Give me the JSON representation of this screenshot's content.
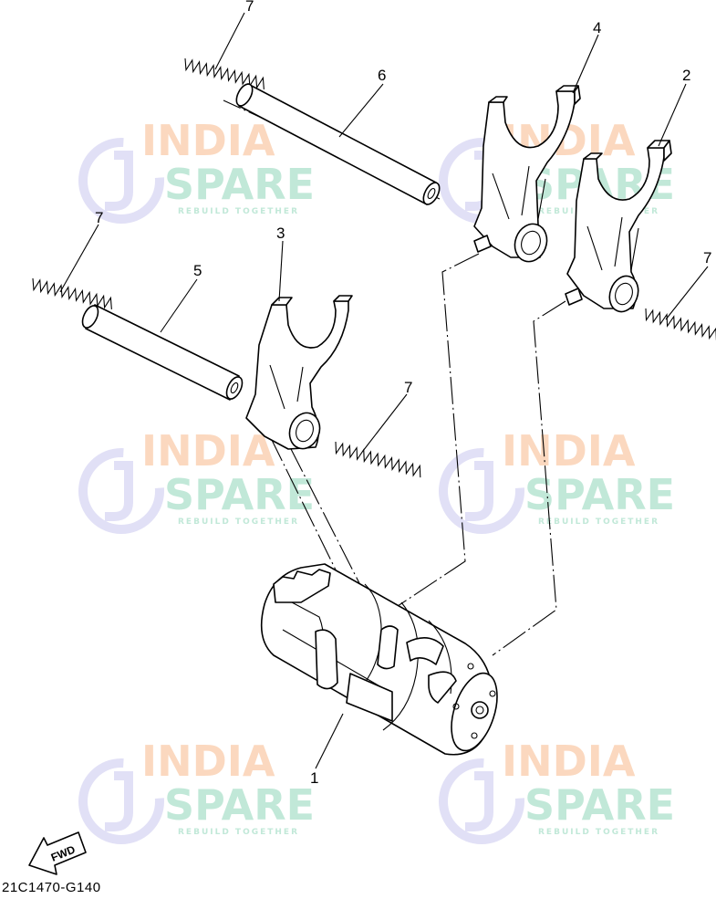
{
  "diagram": {
    "code": "21C1470-G140",
    "fwd_label": "FWD"
  },
  "callouts": [
    {
      "id": "shift-drum",
      "label": "1"
    },
    {
      "id": "shift-fork-right",
      "label": "2"
    },
    {
      "id": "shift-fork-lower",
      "label": "3"
    },
    {
      "id": "shift-fork-upper",
      "label": "4"
    },
    {
      "id": "guide-bar-lower",
      "label": "5"
    },
    {
      "id": "guide-bar-upper",
      "label": "6"
    },
    {
      "id": "spring-upper-left",
      "label": "7"
    },
    {
      "id": "spring-mid-left",
      "label": "7"
    },
    {
      "id": "spring-right",
      "label": "7"
    },
    {
      "id": "spring-lower-mid",
      "label": "7"
    }
  ],
  "watermark": {
    "line1": "INDIA",
    "line2": "SPARE",
    "tagline": "REBUILD TOGETHER",
    "colors": {
      "india": "#f7b98a",
      "spare": "#8fd6b8",
      "logo": "#c9c6ee"
    }
  }
}
